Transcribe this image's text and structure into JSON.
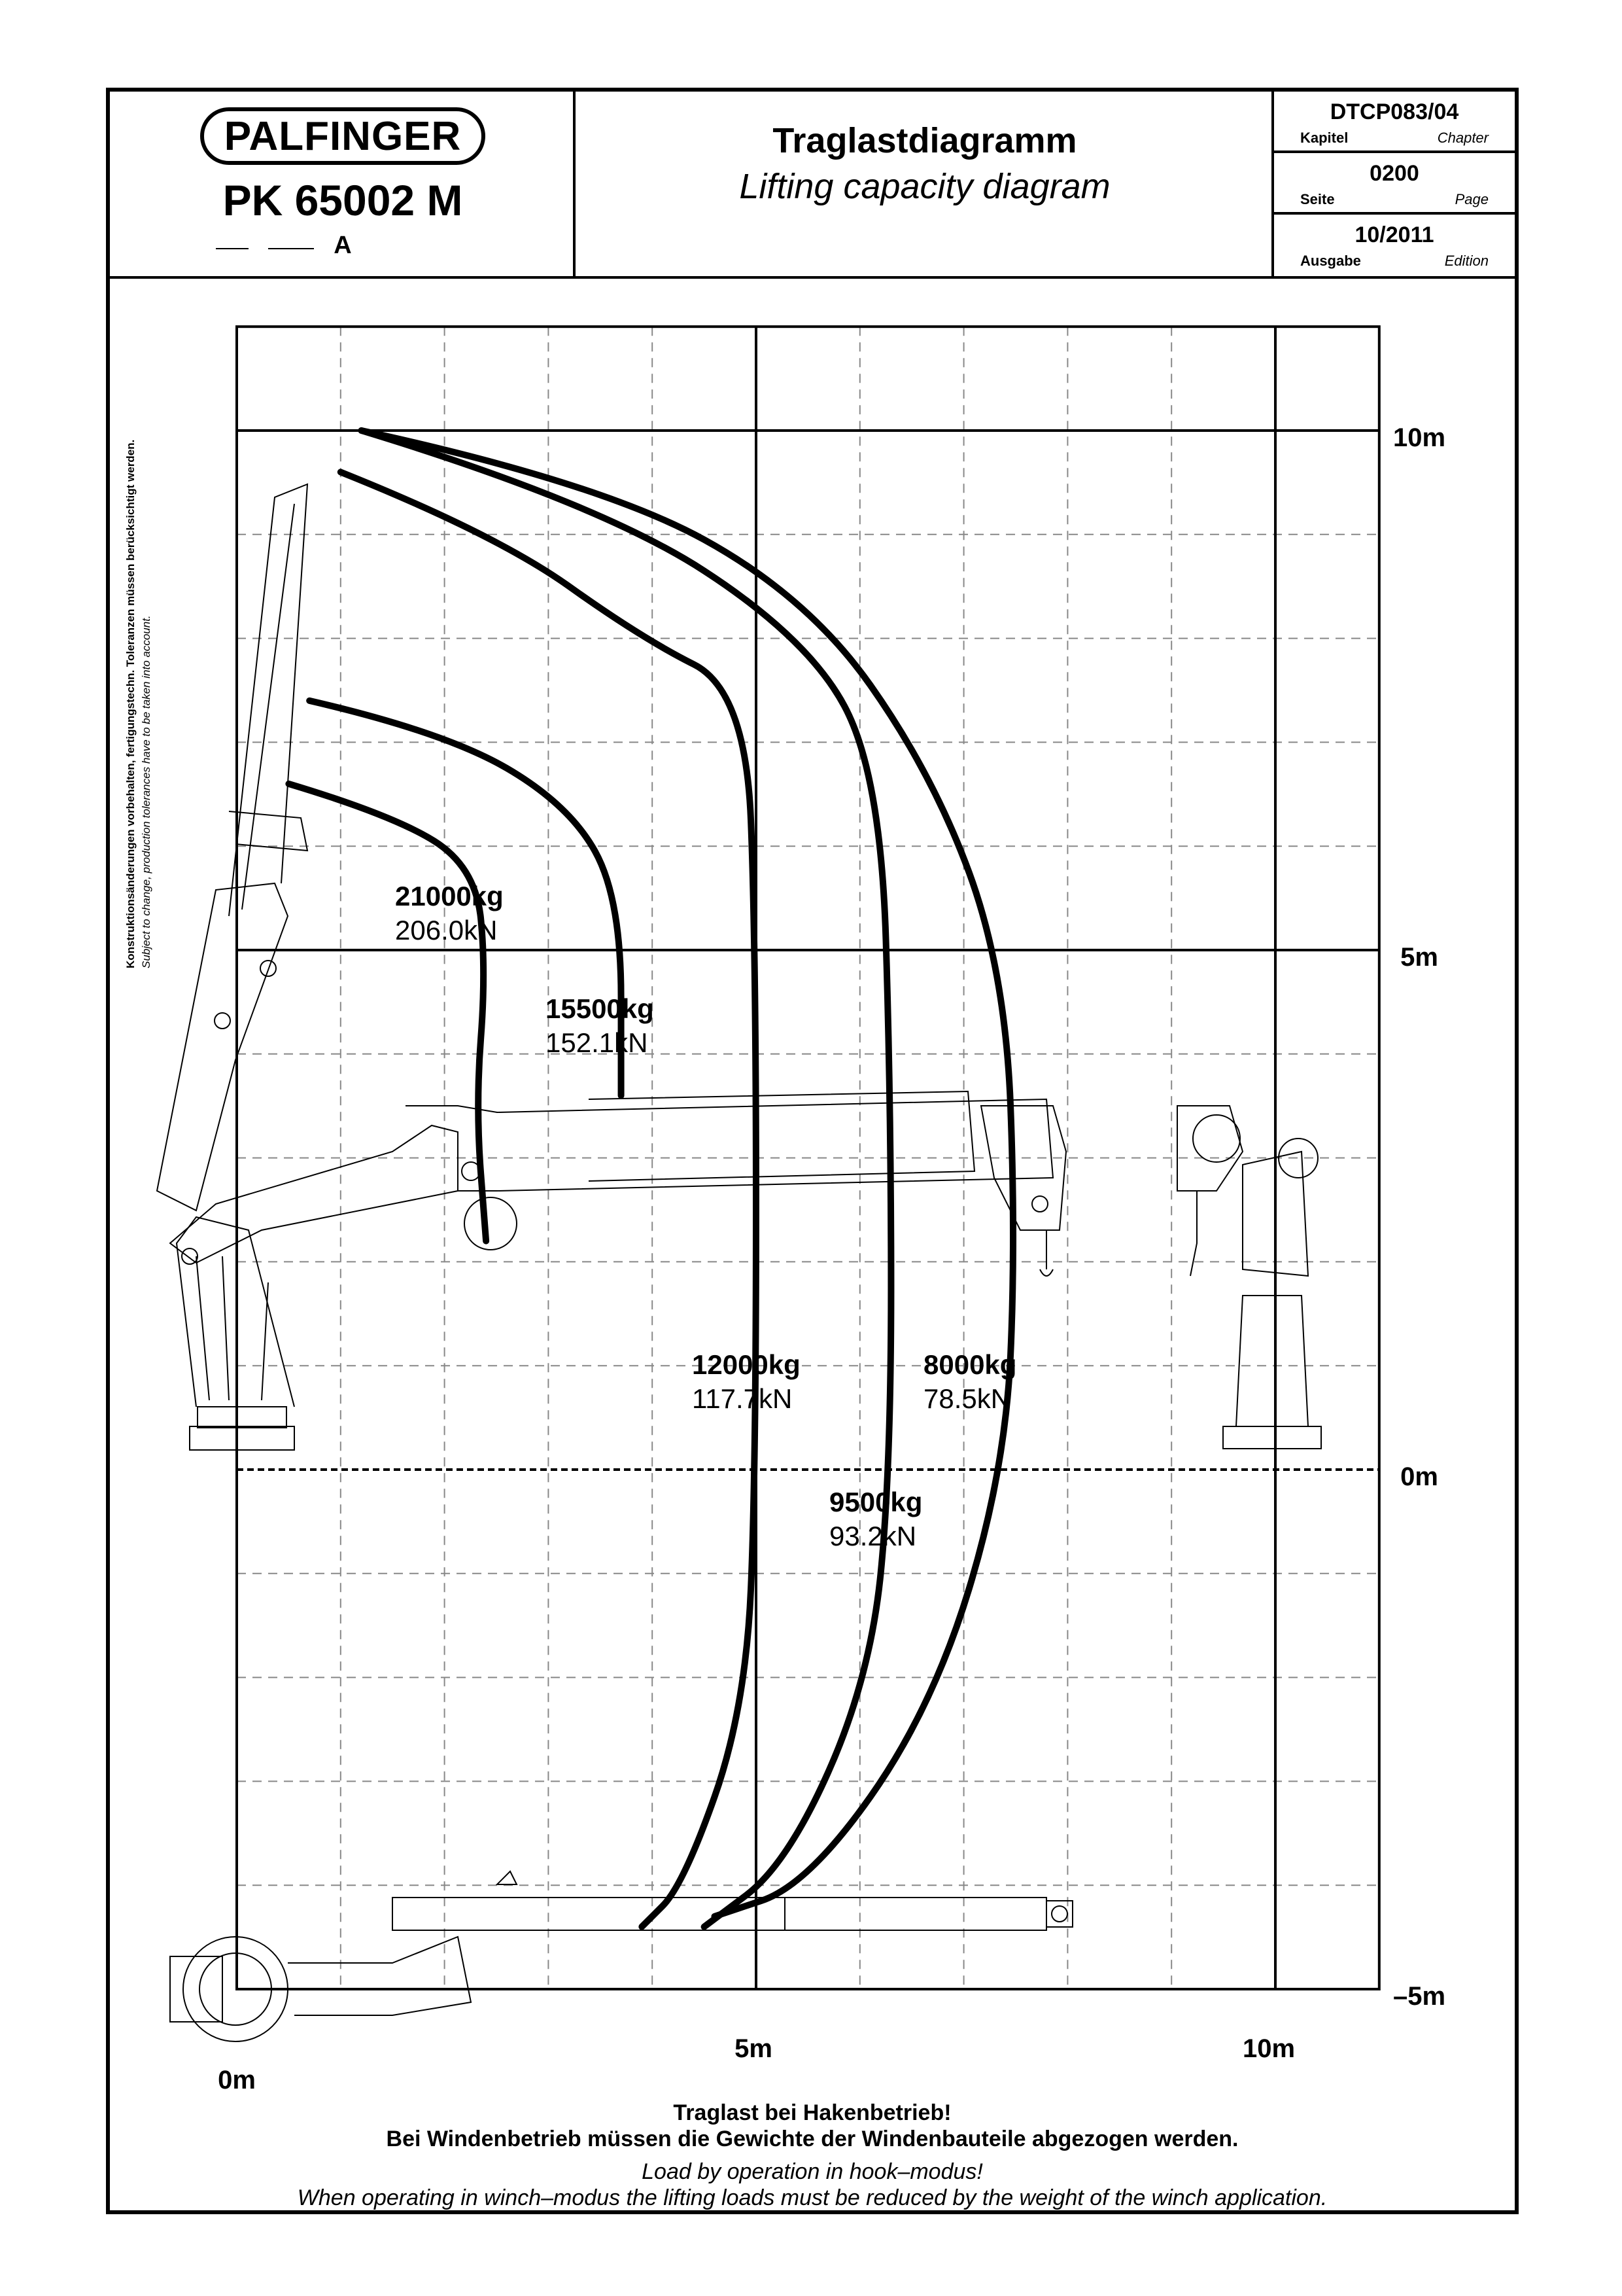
{
  "header": {
    "brand": "PALFINGER",
    "model": "PK 65002 M",
    "variant": "A",
    "title_de": "Traglastdiagramm",
    "title_en": "Lifting capacity diagram",
    "chapter": {
      "value": "DTCP083/04",
      "label_de": "Kapitel",
      "label_en": "Chapter"
    },
    "page": {
      "value": "0200",
      "label_de": "Seite",
      "label_en": "Page"
    },
    "edition": {
      "value": "10/2011",
      "label_de": "Ausgabe",
      "label_en": "Edition"
    }
  },
  "disclaimer": {
    "de": "Konstruktionsänderungen vorbehalten, fertigungstechn. Toleranzen müssen berücksichtigt werden.",
    "en": "Subject to change, production tolerances have to be taken into account."
  },
  "diagram": {
    "y_labels": [
      "10m",
      "5m",
      "0m",
      "–5m"
    ],
    "x_labels": [
      "0m",
      "5m",
      "10m"
    ],
    "capacities": [
      {
        "kg": "21000kg",
        "kn": "206.0kN"
      },
      {
        "kg": "15500kg",
        "kn": "152.1kN"
      },
      {
        "kg": "12000kg",
        "kn": "117.7kN"
      },
      {
        "kg": "9500kg",
        "kn": "93.2kN"
      },
      {
        "kg": "8000kg",
        "kn": "78.5kN"
      }
    ]
  },
  "footer": {
    "line1": "Traglast bei Hakenbetrieb!",
    "line2": "Bei Windenbetrieb müssen die Gewichte der Windenbauteile abgezogen werden.",
    "line3": "Load by operation in hook–modus!",
    "line4": "When operating in winch–modus the lifting loads must be reduced by the weight of the winch application."
  },
  "chart_data": {
    "type": "line",
    "xlabel": "",
    "ylabel": "",
    "xlim": [
      0,
      11
    ],
    "ylim": [
      -5,
      11
    ],
    "series": [
      {
        "name": "21000kg / 206.0kN",
        "points": [
          [
            0.5,
            6.6
          ],
          [
            1.5,
            6.3
          ],
          [
            2.3,
            5.8
          ],
          [
            2.4,
            4.8
          ],
          [
            2.3,
            3.5
          ],
          [
            2.4,
            2.2
          ]
        ]
      },
      {
        "name": "15500kg / 152.1kN",
        "points": [
          [
            0.7,
            7.4
          ],
          [
            2.0,
            7.1
          ],
          [
            3.2,
            6.4
          ],
          [
            3.7,
            5.5
          ],
          [
            3.7,
            3.6
          ]
        ]
      },
      {
        "name": "12000kg / 117.7kN",
        "points": [
          [
            1.0,
            9.6
          ],
          [
            2.5,
            9.0
          ],
          [
            3.9,
            8.0
          ],
          [
            4.9,
            7.5
          ],
          [
            5.0,
            5.0
          ],
          [
            5.0,
            0.0
          ],
          [
            4.9,
            -2.3
          ],
          [
            4.3,
            -4.0
          ],
          [
            3.9,
            -4.4
          ]
        ]
      },
      {
        "name": "9500kg / 93.2kN",
        "points": [
          [
            1.2,
            10.0
          ],
          [
            3.5,
            9.3
          ],
          [
            5.5,
            8.0
          ],
          [
            6.2,
            6.7
          ],
          [
            6.3,
            3.5
          ],
          [
            6.3,
            0.0
          ],
          [
            6.1,
            -2.0
          ],
          [
            5.3,
            -3.8
          ],
          [
            4.5,
            -4.4
          ]
        ]
      },
      {
        "name": "8000kg / 78.5kN",
        "points": [
          [
            1.2,
            10.0
          ],
          [
            3.5,
            9.5
          ],
          [
            5.5,
            8.4
          ],
          [
            6.7,
            6.7
          ],
          [
            7.4,
            4.8
          ],
          [
            7.5,
            2.2
          ],
          [
            7.4,
            0.0
          ],
          [
            6.7,
            -2.3
          ],
          [
            5.5,
            -4.0
          ],
          [
            4.6,
            -4.3
          ]
        ]
      }
    ]
  }
}
